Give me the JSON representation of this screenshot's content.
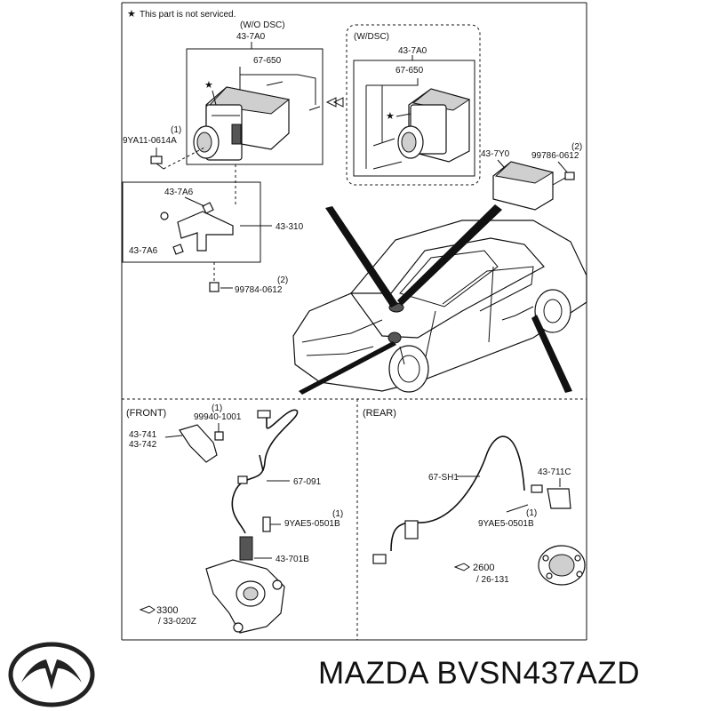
{
  "note": "This part is not serviced.",
  "star_symbol": "★",
  "abs_wo_dsc": {
    "title": "(W/O DSC)",
    "code": "43-7A0",
    "sub": "67-650"
  },
  "abs_w_dsc": {
    "title": "(W/DSC)",
    "code": "43-7A0",
    "sub": "67-650"
  },
  "bolt_left": {
    "qty": "(1)",
    "code": "9YA11-0614A"
  },
  "bracket": {
    "code": "43-310",
    "mount_top": "43-7A6",
    "mount_bottom": "43-7A6"
  },
  "bolt_bracket": {
    "qty": "(2)",
    "code": "99784-0612"
  },
  "dsc_module": {
    "code": "43-7Y0",
    "bolt_qty": "(2)",
    "bolt_code": "99786-0612"
  },
  "front": {
    "title": "(FRONT)",
    "bolt_qty": "(1)",
    "bolt_code": "99940-1001",
    "bracket_l": "43-741",
    "bracket_r": "43-742",
    "harness": "67-091",
    "sensor_bolt_qty": "(1)",
    "sensor_bolt_code": "9YAE5-0501B",
    "sensor": "43-701B",
    "ref_num": "3300",
    "ref_page": "/ 33-020Z"
  },
  "rear": {
    "title": "(REAR)",
    "harness": "67-SH1",
    "sensor": "43-711C",
    "bolt_qty": "(1)",
    "bolt_code": "9YAE5-0501B",
    "ref_num": "2600",
    "ref_page": "/ 26-131"
  },
  "brand": {
    "maker": "MAZDA",
    "part_number": "BVSN437AZD"
  }
}
